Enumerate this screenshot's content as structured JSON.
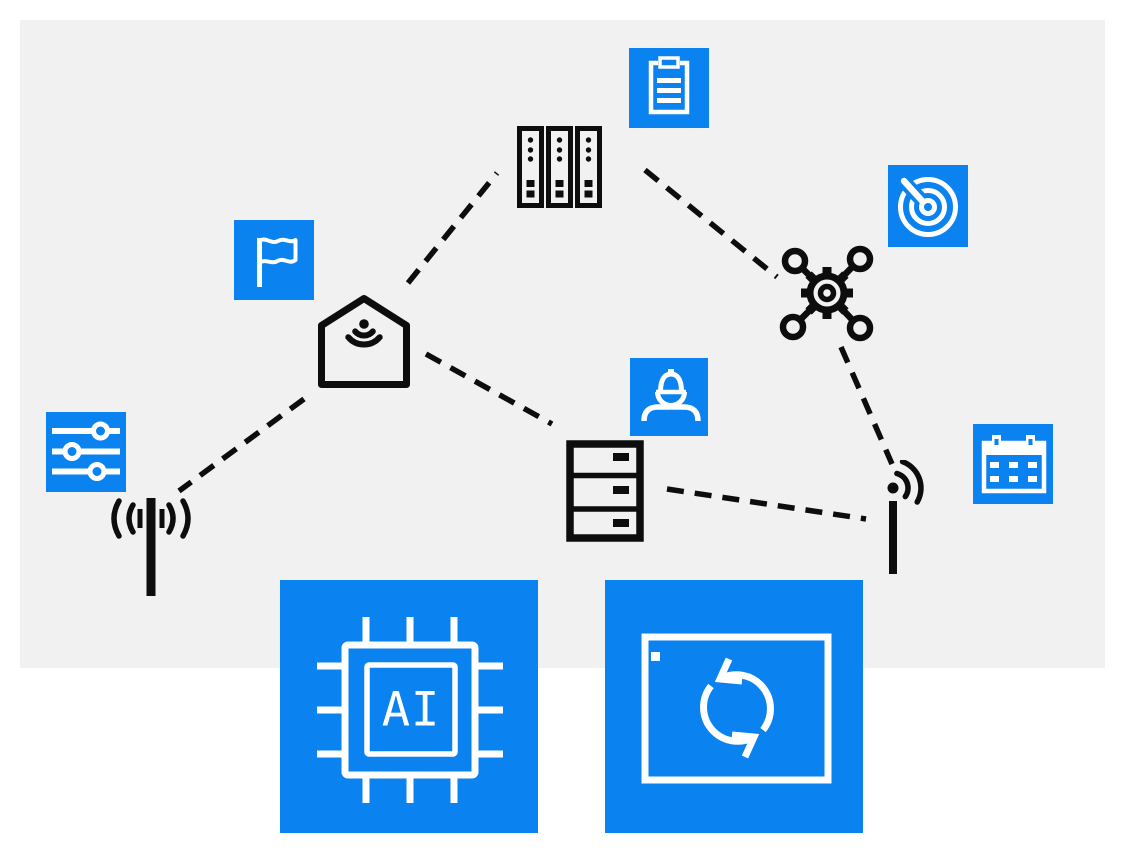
{
  "colors": {
    "background": "#ffffff",
    "panel": "#f1f1f1",
    "accent_blue": "#0a82f0",
    "ink_black": "#0d0d0d",
    "glyph_white": "#ffffff"
  },
  "ai_chip": {
    "label": "AI"
  },
  "nodes": [
    {
      "id": "clipboard-badge",
      "icon": "clipboard-icon",
      "style": "blue-badge"
    },
    {
      "id": "server-racks",
      "icon": "server-racks-icon",
      "style": "black-outline"
    },
    {
      "id": "flag-badge",
      "icon": "flag-icon",
      "style": "blue-badge"
    },
    {
      "id": "radar-badge",
      "icon": "radar-icon",
      "style": "blue-badge"
    },
    {
      "id": "gear-cluster",
      "icon": "gear-network-icon",
      "style": "black-outline"
    },
    {
      "id": "smart-hub",
      "icon": "house-signal-icon",
      "style": "black-outline"
    },
    {
      "id": "sliders-badge",
      "icon": "sliders-icon",
      "style": "blue-badge"
    },
    {
      "id": "antenna-left",
      "icon": "antenna-mast-icon",
      "style": "black-outline"
    },
    {
      "id": "storage-server",
      "icon": "server-stack-icon",
      "style": "black-outline"
    },
    {
      "id": "worker-badge",
      "icon": "hard-hat-worker-icon",
      "style": "blue-badge"
    },
    {
      "id": "calendar-badge",
      "icon": "calendar-icon",
      "style": "blue-badge"
    },
    {
      "id": "antenna-right",
      "icon": "broadcast-antenna-icon",
      "style": "black-outline"
    },
    {
      "id": "ai-chip-tile",
      "icon": "ai-chip-icon",
      "style": "blue-tile",
      "label": "AI"
    },
    {
      "id": "sync-window-tile",
      "icon": "sync-window-icon",
      "style": "blue-tile"
    }
  ],
  "connections": [
    {
      "from": "smart-hub",
      "to": "server-racks"
    },
    {
      "from": "server-racks",
      "to": "gear-cluster"
    },
    {
      "from": "gear-cluster",
      "to": "antenna-right"
    },
    {
      "from": "smart-hub",
      "to": "antenna-left"
    },
    {
      "from": "smart-hub",
      "to": "storage-server"
    },
    {
      "from": "storage-server",
      "to": "antenna-right"
    }
  ]
}
